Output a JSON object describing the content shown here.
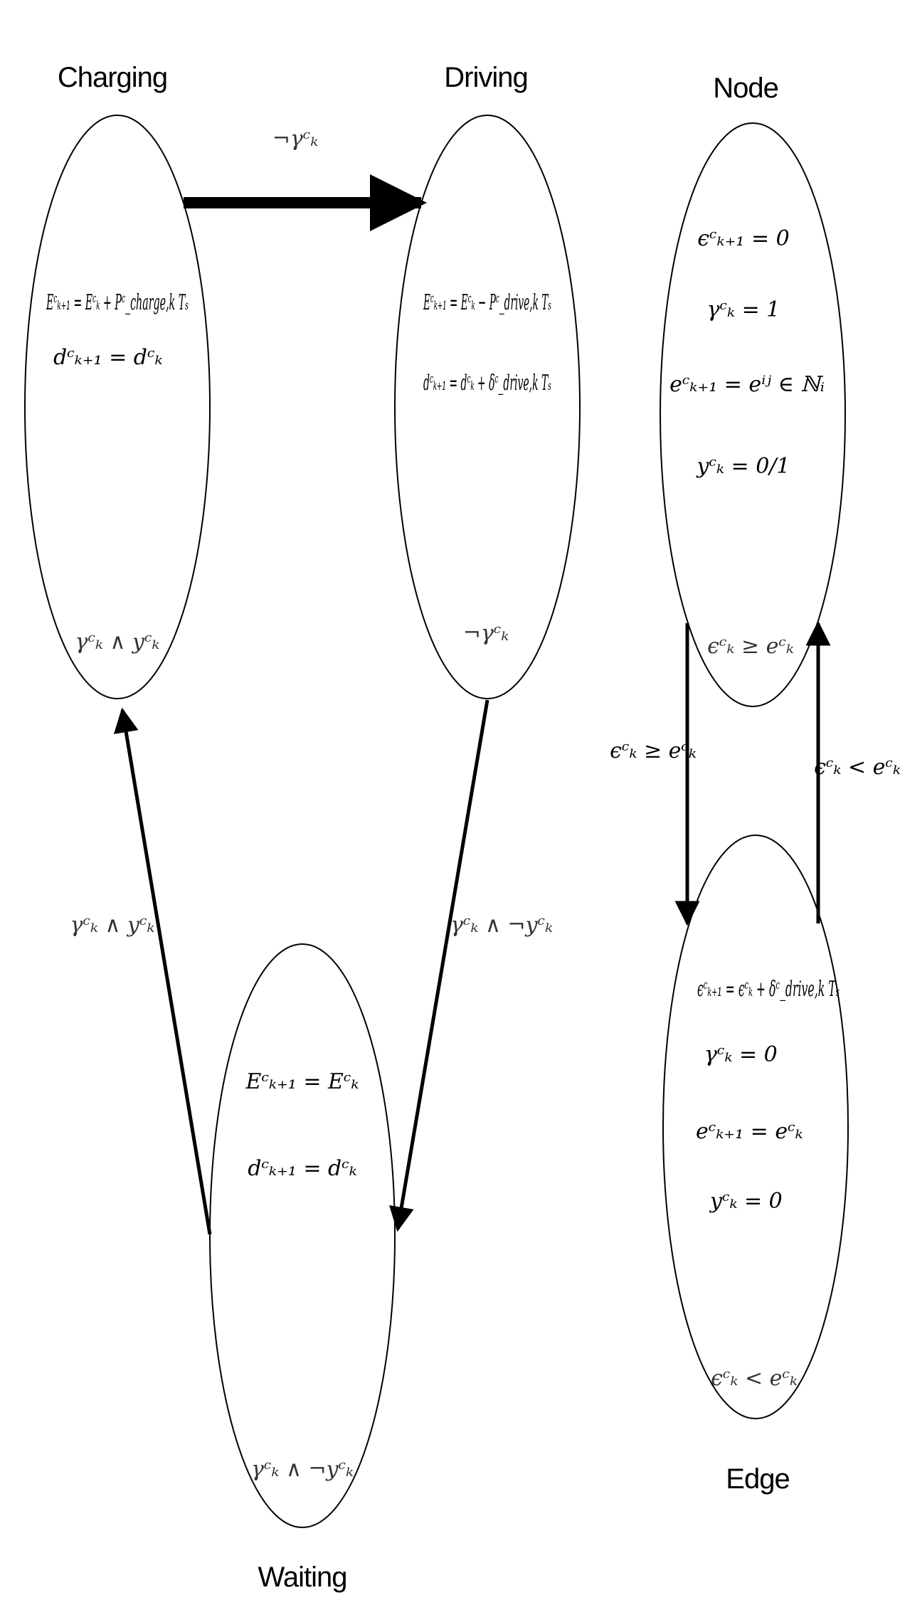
{
  "states": {
    "charging": {
      "title": "Charging",
      "eq1": "Eᶜₖ₊₁ = Eᶜₖ + Pᶜ_charge,k Tₛ",
      "eq2": "dᶜₖ₊₁ = dᶜₖ",
      "guard": "γᶜₖ ∧ yᶜₖ"
    },
    "driving": {
      "title": "Driving",
      "eq1": "Eᶜₖ₊₁ = Eᶜₖ − Pᶜ_drive,k Tₛ",
      "eq2": "dᶜₖ₊₁ = dᶜₖ + δᶜ_drive,k Tₛ",
      "guard": "¬γᶜₖ"
    },
    "waiting": {
      "title": "Waiting",
      "eq1": "Eᶜₖ₊₁ = Eᶜₖ",
      "eq2": "dᶜₖ₊₁ = dᶜₖ",
      "guard": "γᶜₖ ∧ ¬yᶜₖ"
    },
    "node": {
      "title": "Node",
      "eq1": "ϵᶜₖ₊₁ = 0",
      "eq2": "γᶜₖ = 1",
      "eq3": "eᶜₖ₊₁ = eⁱʲ ∈ ℕᵢ",
      "eq4": "yᶜₖ = 0/1",
      "guard": "ϵᶜₖ ≥ eᶜₖ"
    },
    "edge": {
      "title": "Edge",
      "eq1": "ϵᶜₖ₊₁ = ϵᶜₖ + δᶜ_drive,k Tₛ",
      "eq2": "γᶜₖ = 0",
      "eq3": "eᶜₖ₊₁ = eᶜₖ",
      "eq4": "yᶜₖ = 0",
      "guard": "ϵᶜₖ < eᶜₖ"
    }
  },
  "transitions": {
    "charging_to_driving": "¬γᶜₖ",
    "driving_to_waiting": "γᶜₖ ∧ ¬yᶜₖ",
    "waiting_to_charging": "γᶜₖ ∧ yᶜₖ",
    "node_to_edge": "ϵᶜₖ ≥ eᶜₖ",
    "edge_to_node": "ϵᶜₖ < eᶜₖ"
  }
}
